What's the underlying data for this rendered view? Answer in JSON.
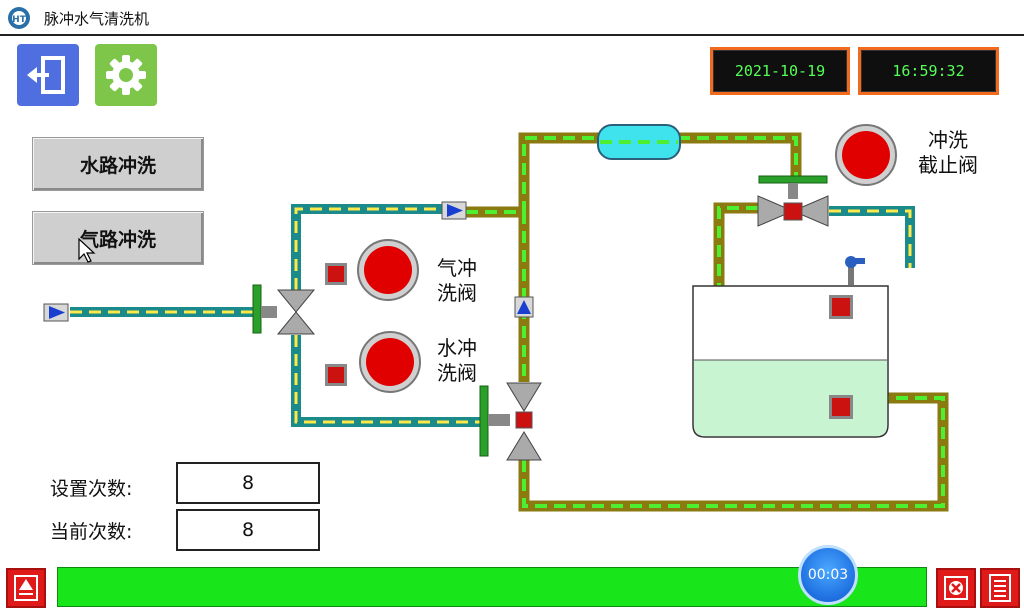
{
  "window": {
    "title": "脉冲水气清洗机"
  },
  "header": {
    "date": "2021-10-19",
    "time": "16:59:32"
  },
  "buttons": {
    "water_flush": "水路冲洗",
    "air_flush": "气路冲洗"
  },
  "valves": {
    "air_valve": {
      "line1": "气冲",
      "line2": "洗阀"
    },
    "water_valve": {
      "line1": "水冲",
      "line2": "洗阀"
    },
    "shutoff_valve": {
      "line1": "冲洗",
      "line2": "截止阀"
    }
  },
  "counts": {
    "set_label": "设置次数:",
    "set_value": "8",
    "current_label": "当前次数:",
    "current_value": "8"
  },
  "status": {
    "timer": "00:03"
  },
  "colors": {
    "pipe_teal": "#1a8a8a",
    "pipe_olive": "#8a7a10",
    "flow_yellow": "#ffe84a",
    "flow_green": "#4df030",
    "lamp_red": "#e00000",
    "tank_liquid": "#c8f4d2",
    "progress_green": "#19e61a"
  }
}
